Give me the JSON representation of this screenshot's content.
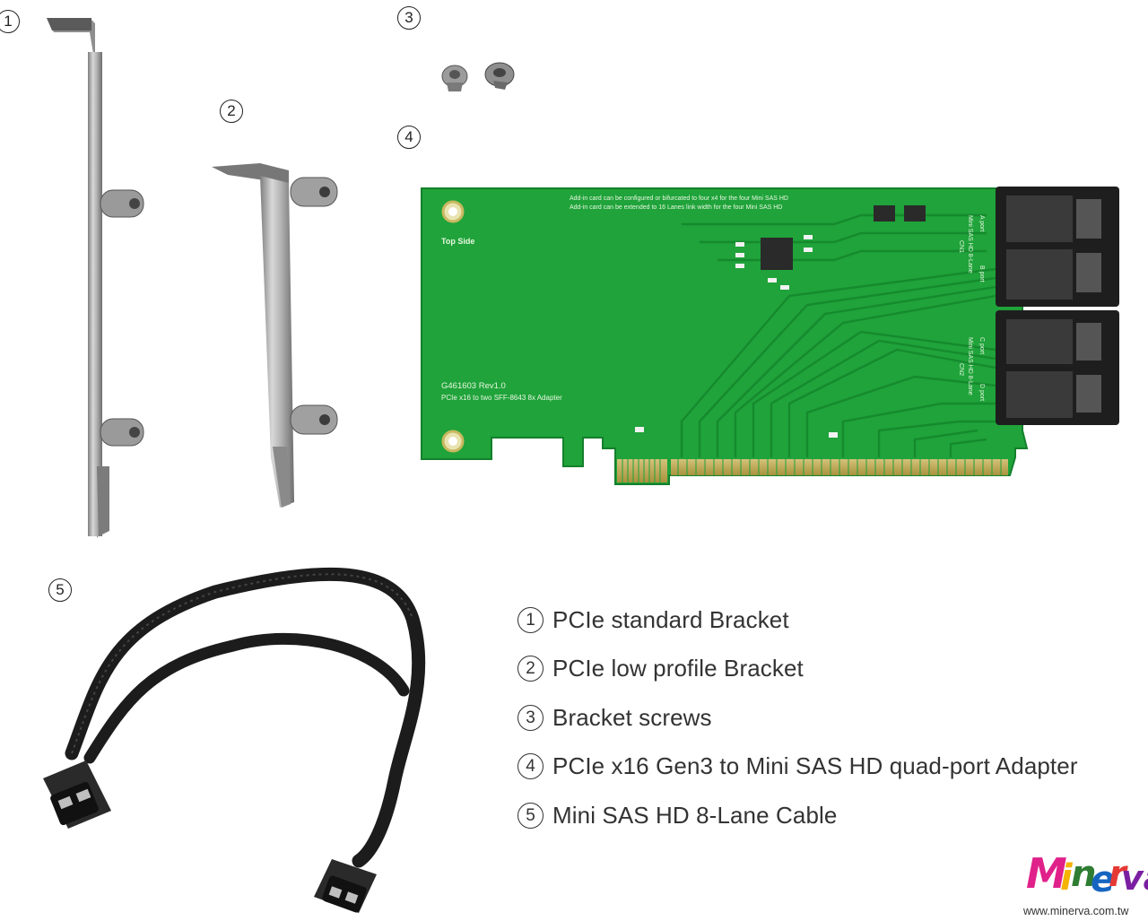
{
  "callouts": {
    "n1": "1",
    "n2": "2",
    "n3": "3",
    "n4": "4",
    "n5": "5"
  },
  "board": {
    "note_line1": "Add-in card can be configured or bifurcated to four x4 for the four Mini SAS HD",
    "note_line2": "Add-in card can be extended to 16 Lanes link width for the four Mini SAS HD",
    "side_label": "Top Side",
    "model": "G461603 Rev1.0",
    "description": "PCIe x16 to two SFF-8643 8x Adapter",
    "cn1_label": "Mini SAS HD 8-Lane",
    "cn1_id": "CN1",
    "a_port": "A port",
    "b_port": "B port",
    "cn2_label": "Mini SAS HD 8-Lane",
    "cn2_id": "CN2",
    "c_port": "C port",
    "d_port": "D port"
  },
  "legend": {
    "items": [
      {
        "num": "1",
        "text": "PCIe standard Bracket"
      },
      {
        "num": "2",
        "text": "PCIe low profile Bracket"
      },
      {
        "num": "3",
        "text": "Bracket screws"
      },
      {
        "num": "4",
        "text": "PCIe x16 Gen3 to Mini SAS HD quad-port Adapter"
      },
      {
        "num": "5",
        "text": "Mini SAS HD 8-Lane Cable"
      }
    ]
  },
  "brand": {
    "logo": "Minerva",
    "website": "www.minerva.com.tw"
  },
  "colors": {
    "pcb": "#1fa33a",
    "trace": "#178a2e",
    "metal": "#a9a9a9",
    "cable": "#1c1c1c"
  }
}
